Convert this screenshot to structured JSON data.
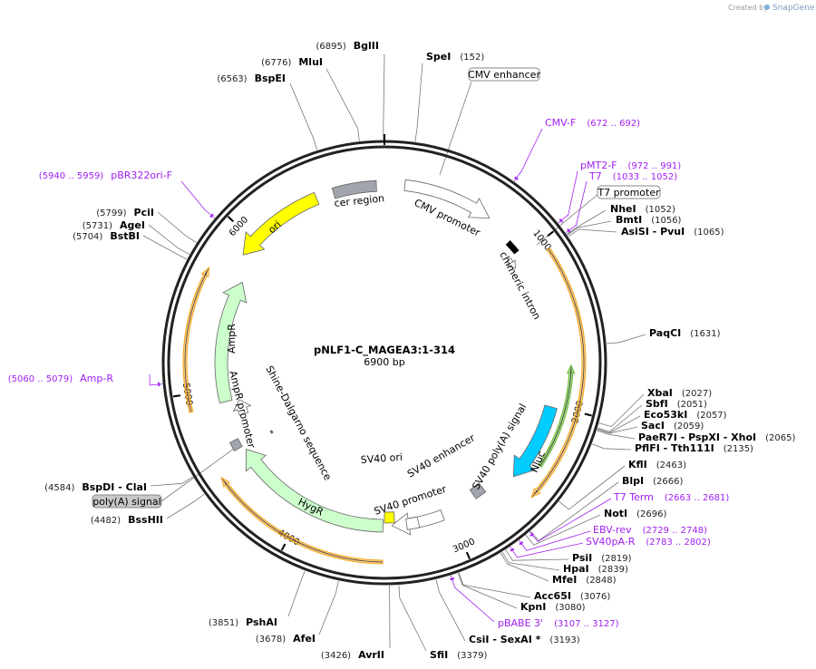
{
  "credit": {
    "created_by": "Created by",
    "brand": "SnapGene"
  },
  "map": {
    "title": "pNLF1-C_MAGEA3:1-314",
    "size_label": "6900 bp",
    "length_bp": 6900
  },
  "ticks": [
    {
      "position": 1000,
      "label": "1000"
    },
    {
      "position": 2000,
      "label": "2000"
    },
    {
      "position": 3000,
      "label": "3000"
    },
    {
      "position": 4000,
      "label": "4000"
    },
    {
      "position": 5000,
      "label": "5000"
    },
    {
      "position": 6000,
      "label": "6000"
    }
  ],
  "enzymes": [
    {
      "name": "BglII",
      "position": 6895,
      "label": "(6895)"
    },
    {
      "name": "MluI",
      "position": 6776,
      "label": "(6776)"
    },
    {
      "name": "BspEI",
      "position": 6563,
      "label": "(6563)"
    },
    {
      "name": "SpeI",
      "position": 152,
      "label": "(152)"
    },
    {
      "name": "NheI",
      "position": 1052,
      "label": "(1052)"
    },
    {
      "name": "BmtI",
      "position": 1056,
      "label": "(1056)"
    },
    {
      "name": "AsiSI  - PvuI",
      "position": 1065,
      "label": "(1065)"
    },
    {
      "name": "PaqCI",
      "position": 1631,
      "label": "(1631)"
    },
    {
      "name": "XbaI",
      "position": 2027,
      "label": "(2027)"
    },
    {
      "name": "SbfI",
      "position": 2051,
      "label": "(2051)"
    },
    {
      "name": "Eco53kI",
      "position": 2057,
      "label": "(2057)"
    },
    {
      "name": "SacI",
      "position": 2059,
      "label": "(2059)"
    },
    {
      "name": "PaeR7I  - PspXI  - XhoI",
      "position": 2065,
      "label": "(2065)"
    },
    {
      "name": "PflFI  - Tth111I",
      "position": 2135,
      "label": "(2135)"
    },
    {
      "name": "KflI",
      "position": 2463,
      "label": "(2463)"
    },
    {
      "name": "BlpI",
      "position": 2666,
      "label": "(2666)"
    },
    {
      "name": "NotI",
      "position": 2696,
      "label": "(2696)"
    },
    {
      "name": "PsiI",
      "position": 2819,
      "label": "(2819)"
    },
    {
      "name": "HpaI",
      "position": 2839,
      "label": "(2839)"
    },
    {
      "name": "MfeI",
      "position": 2848,
      "label": "(2848)"
    },
    {
      "name": "Acc65I",
      "position": 3076,
      "label": "(3076)"
    },
    {
      "name": "KpnI",
      "position": 3080,
      "label": "(3080)"
    },
    {
      "name": "CsiI  - SexAI *",
      "position": 3193,
      "label": "(3193)"
    },
    {
      "name": "SfiI",
      "position": 3379,
      "label": "(3379)"
    },
    {
      "name": "AvrII",
      "position": 3426,
      "label": "(3426)"
    },
    {
      "name": "AfeI",
      "position": 3678,
      "label": "(3678)"
    },
    {
      "name": "PshAI",
      "position": 3851,
      "label": "(3851)"
    },
    {
      "name": "BssHII",
      "position": 4482,
      "label": "(4482)"
    },
    {
      "name": "BspDI  - ClaI",
      "position": 4584,
      "label": "(4584)"
    },
    {
      "name": "BstBI",
      "position": 5704,
      "label": "(5704)"
    },
    {
      "name": "AgeI",
      "position": 5731,
      "label": "(5731)"
    },
    {
      "name": "PciI",
      "position": 5799,
      "label": "(5799)"
    }
  ],
  "primers": [
    {
      "name": "CMV-F",
      "start": 672,
      "end": 692,
      "label": "(672 .. 692)"
    },
    {
      "name": "pMT2-F",
      "start": 972,
      "end": 991,
      "label": "(972 .. 991)"
    },
    {
      "name": "T7",
      "start": 1033,
      "end": 1052,
      "label": "(1033 .. 1052)"
    },
    {
      "name": "T7 Term",
      "start": 2663,
      "end": 2681,
      "label": "(2663 .. 2681)"
    },
    {
      "name": "EBV-rev",
      "start": 2729,
      "end": 2748,
      "label": "(2729 .. 2748)"
    },
    {
      "name": "SV40pA-R",
      "start": 2783,
      "end": 2802,
      "label": "(2783 .. 2802)"
    },
    {
      "name": "pBABE 3'",
      "start": 3107,
      "end": 3127,
      "label": "(3107 .. 3127)"
    },
    {
      "name": "Amp-R",
      "start": 5060,
      "end": 5079,
      "label": "(5060 .. 5079)"
    },
    {
      "name": "pBR322ori-F",
      "start": 5940,
      "end": 5959,
      "label": "(5940 .. 5959)"
    }
  ],
  "primer_color": "#a020f0",
  "boxed_labels": [
    {
      "name": "CMV enhancer",
      "position": 380
    },
    {
      "name": "T7 promoter",
      "position": 1045
    },
    {
      "name": "poly(A) signal",
      "position": 4600
    }
  ],
  "features": [
    {
      "name": "cer region",
      "start": 6580,
      "end": 6850,
      "direction": 0,
      "color": "#a0a4ab"
    },
    {
      "name": "CMV promoter",
      "start": 126,
      "end": 690,
      "direction": 1,
      "color": "#ffffff"
    },
    {
      "name": "chimeric intron",
      "start": 880,
      "end": 960,
      "direction": 0,
      "color": "#000000"
    },
    {
      "name": "",
      "start": 965,
      "end": 1040,
      "direction": 1,
      "color": "#ffffff"
    },
    {
      "name": "Nluc",
      "start": 2010,
      "end": 2520,
      "direction": 1,
      "color": "#00ccff"
    },
    {
      "name": "SV40 poly(A) signal",
      "start": 2720,
      "end": 2800,
      "direction": 0,
      "color": "#a0a4ab"
    },
    {
      "name": "SV40 promoter",
      "start": 3050,
      "end": 3400,
      "direction": 1,
      "color": "#ffffff"
    },
    {
      "name": "SV40 enhancer",
      "start": 3220,
      "end": 3300,
      "direction": 0,
      "color": "#ffffff"
    },
    {
      "name": "SV40 ori",
      "start": 3380,
      "end": 3450,
      "direction": 0,
      "color": "#ffff00"
    },
    {
      "name": "HygR",
      "start": 3460,
      "end": 4560,
      "direction": 1,
      "color": "#ccffcc"
    },
    {
      "name": "",
      "start": 4590,
      "end": 4650,
      "direction": 0,
      "color": "#a0a4ab"
    },
    {
      "name": "Shine-Dalgarno sequence",
      "start": 4560,
      "end": 4580,
      "direction": 0,
      "color": "#555555"
    },
    {
      "name": "AmpR promoter",
      "start": 4790,
      "end": 4900,
      "direction": 1,
      "color": "#ffffff"
    },
    {
      "name": "AmpR",
      "start": 4910,
      "end": 5740,
      "direction": 1,
      "color": "#ccffcc"
    },
    {
      "name": "ori",
      "start": 5890,
      "end": 6470,
      "direction": -1,
      "color": "#ffff00"
    }
  ],
  "orfs": [
    {
      "start": 1060,
      "end": 2540,
      "direction": 1,
      "color": "#f5a623"
    },
    {
      "start": 3460,
      "end": 4500,
      "direction": 1,
      "color": "#f5a623"
    },
    {
      "start": 4900,
      "end": 5720,
      "direction": 1,
      "color": "#f5a623"
    },
    {
      "start": 1740,
      "end": 2370,
      "direction": -1,
      "color": "#66bb33"
    }
  ]
}
